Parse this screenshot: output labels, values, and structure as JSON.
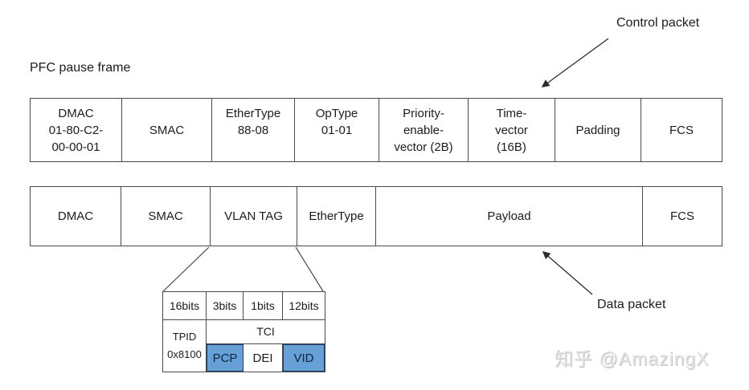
{
  "page": {
    "frame_title": "PFC pause frame"
  },
  "annotations": {
    "control_packet": "Control packet",
    "data_packet": "Data packet",
    "watermark": "知乎 @AmazingX"
  },
  "pfc_frame": {
    "fields": [
      {
        "name": "dmac",
        "text": "DMAC\n01-80-C2-\n00-00-01"
      },
      {
        "name": "smac",
        "text": "SMAC"
      },
      {
        "name": "ethertype",
        "text": "EtherType\n88-08"
      },
      {
        "name": "optype",
        "text": "OpType\n01-01"
      },
      {
        "name": "priority-enable-vector",
        "text": "Priority-\nenable-\nvector (2B)"
      },
      {
        "name": "time-vector",
        "text": "Time-\nvector\n(16B)"
      },
      {
        "name": "padding",
        "text": "Padding"
      },
      {
        "name": "fcs",
        "text": "FCS"
      }
    ]
  },
  "data_frame": {
    "fields": [
      {
        "name": "dmac",
        "text": "DMAC"
      },
      {
        "name": "smac",
        "text": "SMAC"
      },
      {
        "name": "vlan-tag",
        "text": "VLAN TAG"
      },
      {
        "name": "ethertype",
        "text": "EtherType"
      },
      {
        "name": "payload",
        "text": "Payload"
      },
      {
        "name": "fcs",
        "text": "FCS"
      }
    ]
  },
  "vlan_detail": {
    "bits": [
      "16bits",
      "3bits",
      "1bits",
      "12bits"
    ],
    "tpid": "TPID\n0x8100",
    "tci": "TCI",
    "subfields": [
      "PCP",
      "DEI",
      "VID"
    ],
    "highlight_color": "#66a0d6"
  }
}
